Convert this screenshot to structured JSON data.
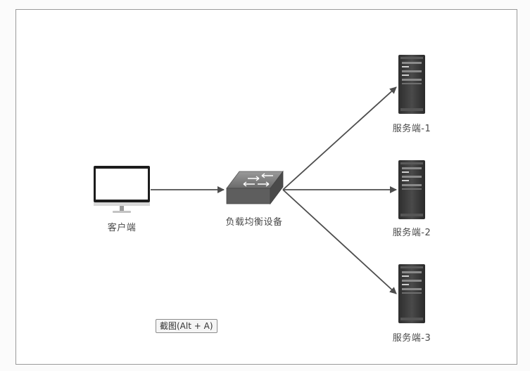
{
  "nodes": {
    "client": {
      "label": "客户端",
      "icon": "monitor-icon"
    },
    "balancer": {
      "label": "负载均衡设备",
      "icon": "network-switch-icon"
    },
    "server1": {
      "label": "服务端-1",
      "icon": "server-rack-icon"
    },
    "server2": {
      "label": "服务端-2",
      "icon": "server-rack-icon"
    },
    "server3": {
      "label": "服务端-3",
      "icon": "server-rack-icon"
    }
  },
  "tooltip": {
    "text": "截图(Alt + A)"
  },
  "colors": {
    "arrow": "#4d4d4d",
    "frame": "#9a9a9a",
    "server_body": "#3a3a3a",
    "switch_body": "#6e6e6e"
  }
}
